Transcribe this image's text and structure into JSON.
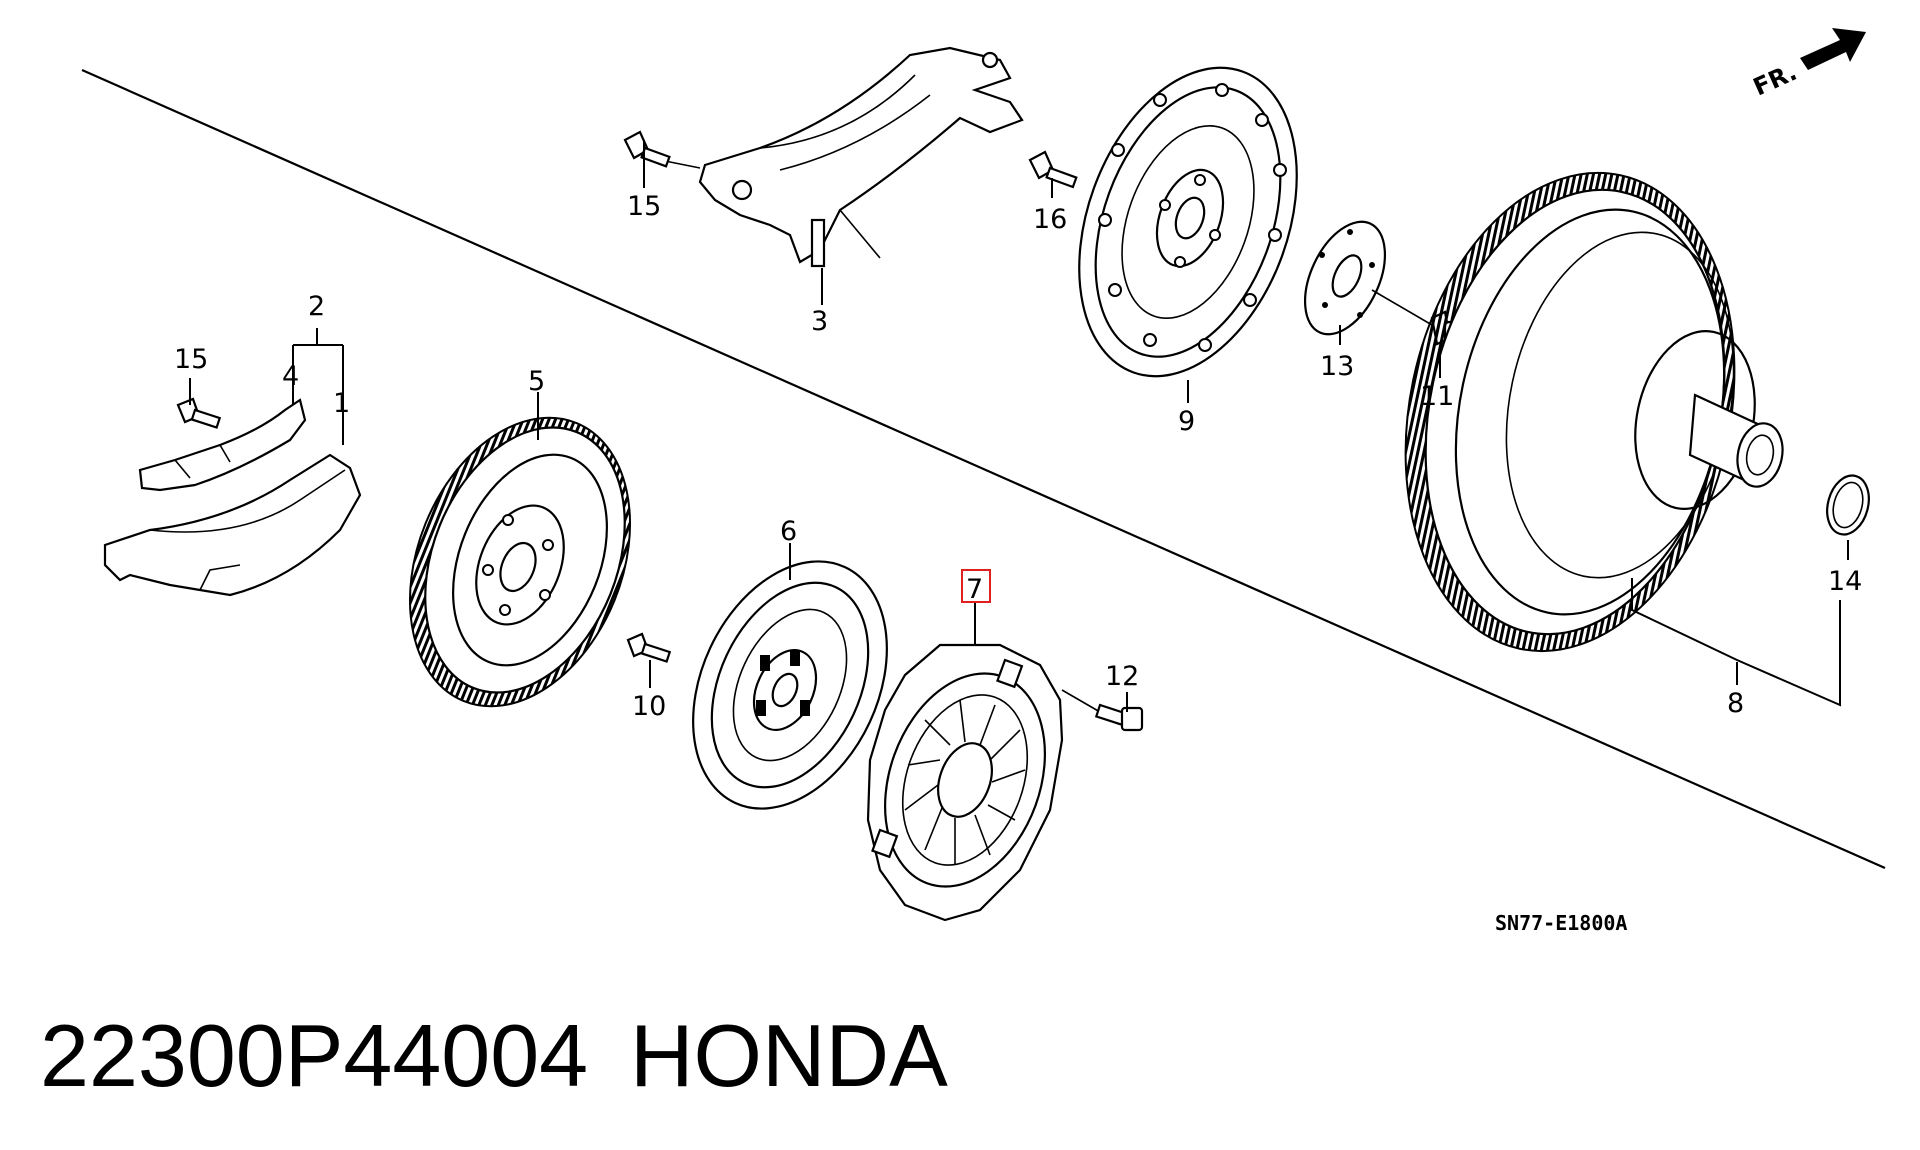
{
  "diagram": {
    "direction_label": "FR.",
    "drawing_code": "SN77-E1800A",
    "highlight_color": "#e02020",
    "parts": [
      {
        "key": "1",
        "label": "1"
      },
      {
        "key": "2",
        "label": "2"
      },
      {
        "key": "3",
        "label": "3"
      },
      {
        "key": "4",
        "label": "4"
      },
      {
        "key": "5",
        "label": "5"
      },
      {
        "key": "6",
        "label": "6"
      },
      {
        "key": "7",
        "label": "7",
        "highlighted": true
      },
      {
        "key": "8",
        "label": "8"
      },
      {
        "key": "9",
        "label": "9"
      },
      {
        "key": "10",
        "label": "10"
      },
      {
        "key": "11",
        "label": "11"
      },
      {
        "key": "12",
        "label": "12"
      },
      {
        "key": "13",
        "label": "13"
      },
      {
        "key": "14",
        "label": "14"
      },
      {
        "key": "15a",
        "label": "15"
      },
      {
        "key": "15b",
        "label": "15"
      },
      {
        "key": "16",
        "label": "16"
      }
    ]
  },
  "caption": {
    "part_number": "22300P44004",
    "brand": "HONDA"
  }
}
